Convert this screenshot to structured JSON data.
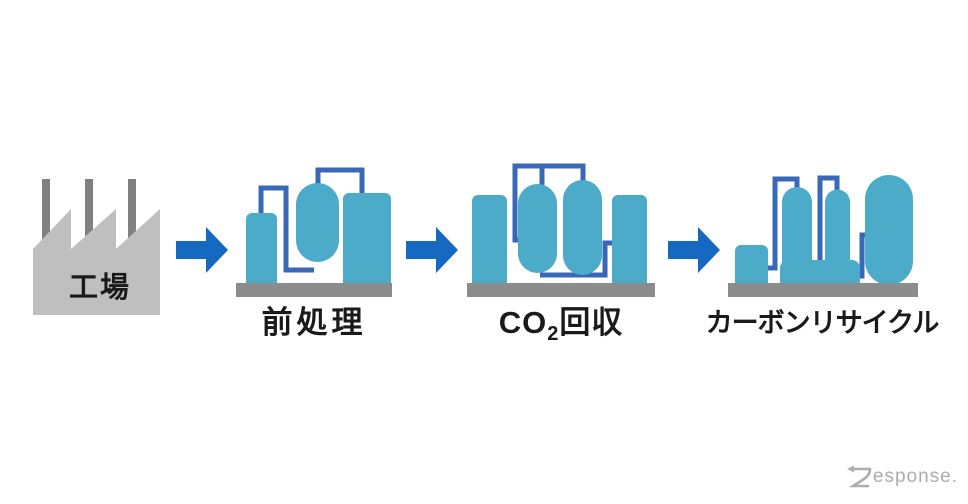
{
  "colors": {
    "background": "#ffffff",
    "factory_body": "#BFBFBF",
    "chimney": "#808080",
    "tank": "#4BABC9",
    "pipe": "#3A68B8",
    "platform": "#8C8C8C",
    "arrow": "#1569C0",
    "label": "#1A1A1A",
    "watermark": "#ADADAD"
  },
  "diagram": {
    "type": "process-flow",
    "direction": "left-to-right",
    "steps": [
      {
        "id": "factory",
        "label": "工場",
        "icon": "factory-icon"
      },
      {
        "id": "pretreatment",
        "label": "前処理",
        "icon": "chemical-plant-icon"
      },
      {
        "id": "co2-capture",
        "label_prefix": "CO",
        "label_sub": "2",
        "label_suffix": "回収",
        "icon": "chemical-plant-icon"
      },
      {
        "id": "carbon-recycle",
        "label": "カーボンリサイクル",
        "icon": "refinery-icon"
      }
    ],
    "connectors": [
      "arrow-right",
      "arrow-right",
      "arrow-right"
    ]
  },
  "watermark": {
    "brand": "Response.",
    "brand_tail": "esponse."
  }
}
